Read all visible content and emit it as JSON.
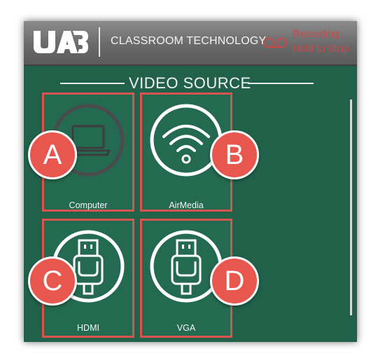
{
  "header": {
    "logo_text": "UAB",
    "title": "CLASSROOM TECHNOLOGY",
    "recording": {
      "line1": "Recording",
      "line2": "Hold to Stop",
      "icon": "voicemail-icon"
    }
  },
  "section": {
    "title": "VIDEO SOURCE"
  },
  "sources": [
    {
      "label": "Computer",
      "icon": "laptop-icon",
      "badge": "A"
    },
    {
      "label": "AirMedia",
      "icon": "wifi-icon",
      "badge": "B"
    },
    {
      "label": "HDMI",
      "icon": "hdmi-cable-icon",
      "badge": "C"
    },
    {
      "label": "VGA",
      "icon": "vga-cable-icon",
      "badge": "D"
    }
  ],
  "colors": {
    "background": "#21614a",
    "highlight_border": "#d9534f",
    "badge": "#e8574d",
    "recording": "#c9494b"
  }
}
